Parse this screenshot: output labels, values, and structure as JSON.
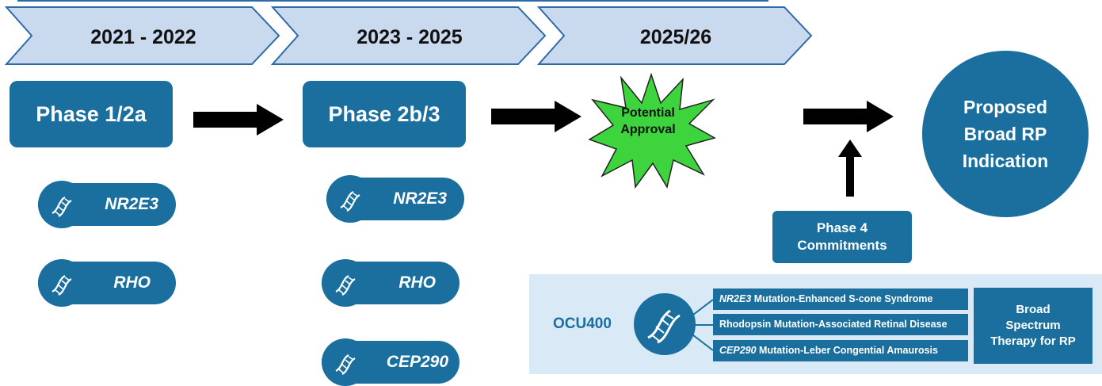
{
  "timeline": [
    {
      "label": "2021 - 2022"
    },
    {
      "label": "2023 - 2025"
    },
    {
      "label": "2025/26"
    }
  ],
  "phases": {
    "phase1": "Phase 1/2a",
    "phase2": "Phase 2b/3"
  },
  "approval": {
    "line1": "Potential",
    "line2": "Approval"
  },
  "phase4": {
    "line1": "Phase 4",
    "line2": "Commitments"
  },
  "outcome": {
    "line1": "Proposed",
    "line2": "Broad RP",
    "line3": "Indication"
  },
  "phase1_genes": [
    "NR2E3",
    "RHO"
  ],
  "phase2_genes": [
    "NR2E3",
    "RHO",
    "CEP290"
  ],
  "ocu": {
    "label": "OCU400",
    "rows": [
      {
        "gene": "NR2E3",
        "text": " Mutation-Enhanced S-cone Syndrome"
      },
      {
        "gene": "",
        "text": "Rhodopsin Mutation-Associated Retinal Disease"
      },
      {
        "gene": "CEP290",
        "text": " Mutation-Leber Congential Amaurosis"
      }
    ],
    "broad": {
      "line1": "Broad",
      "line2": "Spectrum",
      "line3": "Therapy for RP"
    }
  },
  "colors": {
    "primary": "#1a6f9f",
    "chevron": "#c9d9ee",
    "star": "#3dd43d",
    "panel": "#d9e9f6"
  }
}
